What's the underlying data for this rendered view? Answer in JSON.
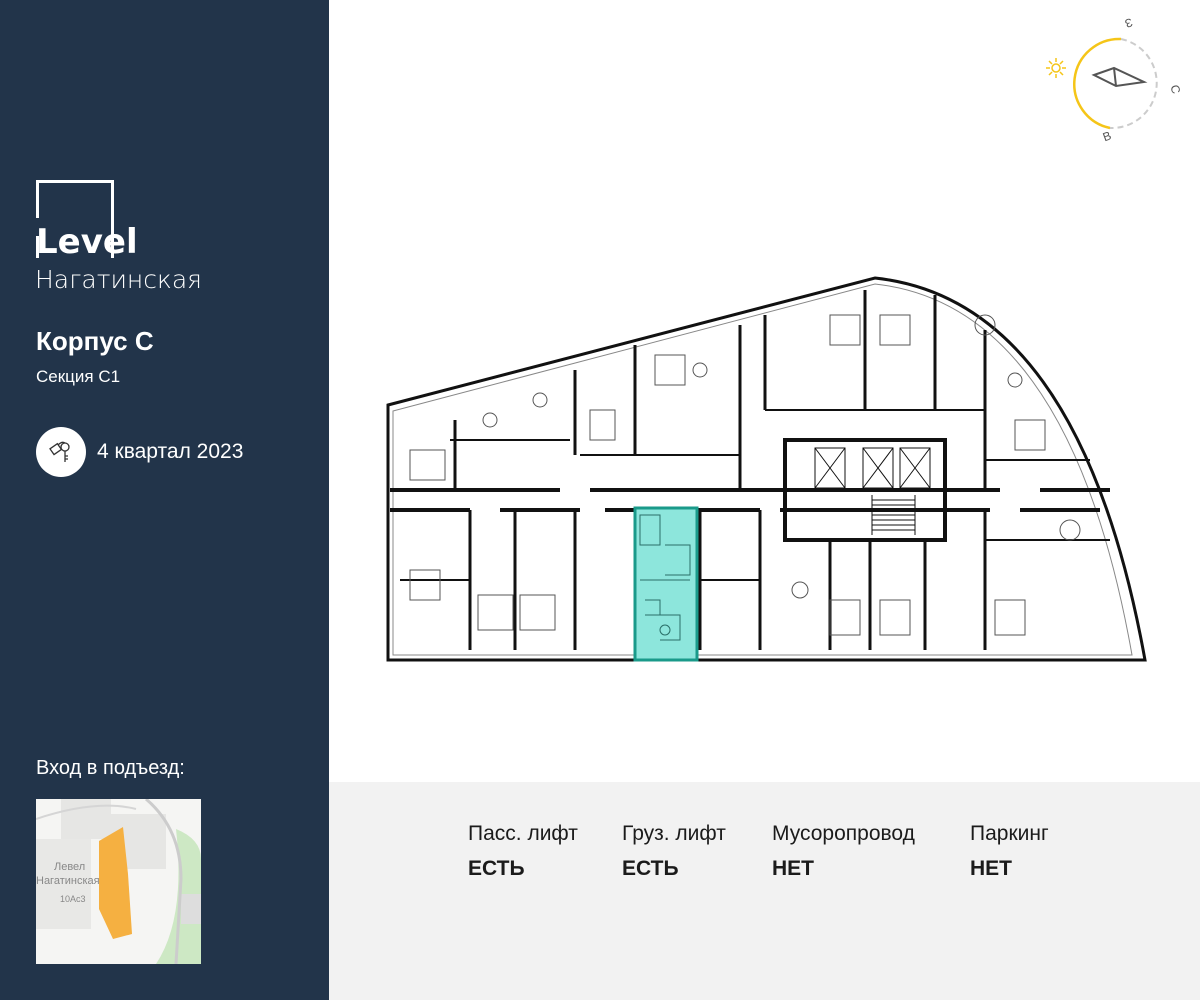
{
  "brand": {
    "logo_word": "Level",
    "logo_sub": "Нагатинская"
  },
  "building": {
    "title": "Корпус С",
    "section": "Секция С1",
    "deadline": "4 квартал 2023"
  },
  "entrance": {
    "label": "Вход в подъезд:",
    "map_labels": [
      "Левел",
      "Нагатинская",
      "10Ас3"
    ]
  },
  "compass": {
    "west": "З",
    "north": "С",
    "east": "В"
  },
  "features": [
    {
      "label": "Пасс. лифт",
      "value": "ЕСТЬ"
    },
    {
      "label": "Груз. лифт",
      "value": "ЕСТЬ"
    },
    {
      "label": "Мусоропровод",
      "value": "НЕТ"
    },
    {
      "label": "Паркинг",
      "value": "НЕТ"
    }
  ],
  "colors": {
    "sidebar": "#22344a",
    "highlight": "#8de6dc",
    "sun": "#f5c518",
    "entrance": "#f5b041"
  }
}
